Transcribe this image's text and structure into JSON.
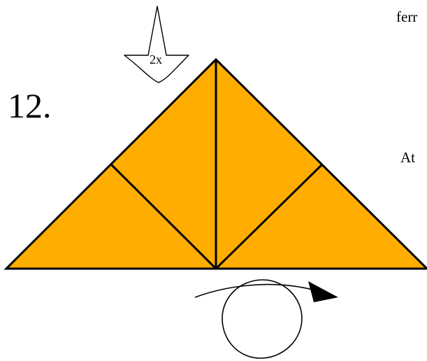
{
  "step": {
    "number": "12."
  },
  "fold_arrow": {
    "repeat_label": "2x",
    "icon": "valley-fold-arrow-icon"
  },
  "turn_arrow": {
    "icon": "turn-over-arrow-icon"
  },
  "cropped_text": {
    "top_right": "ferr",
    "middle_right": "At"
  },
  "colors": {
    "paper_fill": "#FFAD00",
    "crease_lines": "#000000",
    "background": "#FFFFFF"
  }
}
